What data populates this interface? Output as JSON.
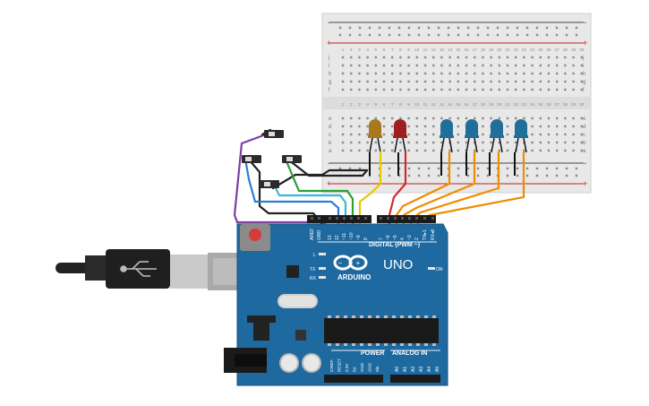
{
  "breadboard": {
    "rail_plus": "+",
    "rail_minus": "-",
    "row_letters_top": [
      "j",
      "i",
      "h",
      "g",
      "f"
    ],
    "row_letters_bottom": [
      "e",
      "d",
      "c",
      "b",
      "a"
    ],
    "column_numbers": [
      "1",
      "2",
      "3",
      "4",
      "5",
      "6",
      "7",
      "8",
      "9",
      "10",
      "11",
      "12",
      "13",
      "14",
      "15",
      "16",
      "17",
      "18",
      "19",
      "20",
      "21",
      "22",
      "23",
      "24",
      "25",
      "26",
      "27",
      "28",
      "29",
      "30"
    ]
  },
  "leds": [
    {
      "name": "led-yellow",
      "color": "#a8791c"
    },
    {
      "name": "led-red",
      "color": "#9e1f1f"
    },
    {
      "name": "led-blue-1",
      "color": "#1f6f9a"
    },
    {
      "name": "led-blue-2",
      "color": "#1f6f9a"
    },
    {
      "name": "led-blue-3",
      "color": "#1f6f9a"
    },
    {
      "name": "led-blue-4",
      "color": "#1f6f9a"
    }
  ],
  "arduino": {
    "brand": "ARDUINO",
    "model": "UNO",
    "on_label": "ON",
    "digital_label": "DIGITAL (PWM ~)",
    "power_label": "POWER",
    "analog_label": "ANALOG IN",
    "led_labels": [
      "L",
      "TX",
      "RX"
    ],
    "digital_pins": [
      "AREF",
      "GND",
      "13",
      "12",
      "~11",
      "~10",
      "~9",
      "8",
      "7",
      "~6",
      "~5",
      "4",
      "~3",
      "2",
      "TX▸1",
      "RX◂0"
    ],
    "power_pins": [
      "IOREF",
      "RESET",
      "3.3V",
      "5V",
      "GND",
      "GND",
      "Vin"
    ],
    "analog_pins": [
      "A0",
      "A1",
      "A2",
      "A3",
      "A4",
      "A5"
    ]
  },
  "colors": {
    "board": "#1e6aa0",
    "board_dark": "#174f78",
    "breadboard": "#e7e7e7",
    "wire_black": "#222222",
    "wire_purple": "#7a3fa0",
    "wire_blue": "#2a7fd4",
    "wire_teal": "#3cb8d2",
    "wire_green": "#2aa035",
    "wire_yellow": "#e8c800",
    "wire_red": "#d22a2a",
    "wire_orange": "#f08c00"
  }
}
